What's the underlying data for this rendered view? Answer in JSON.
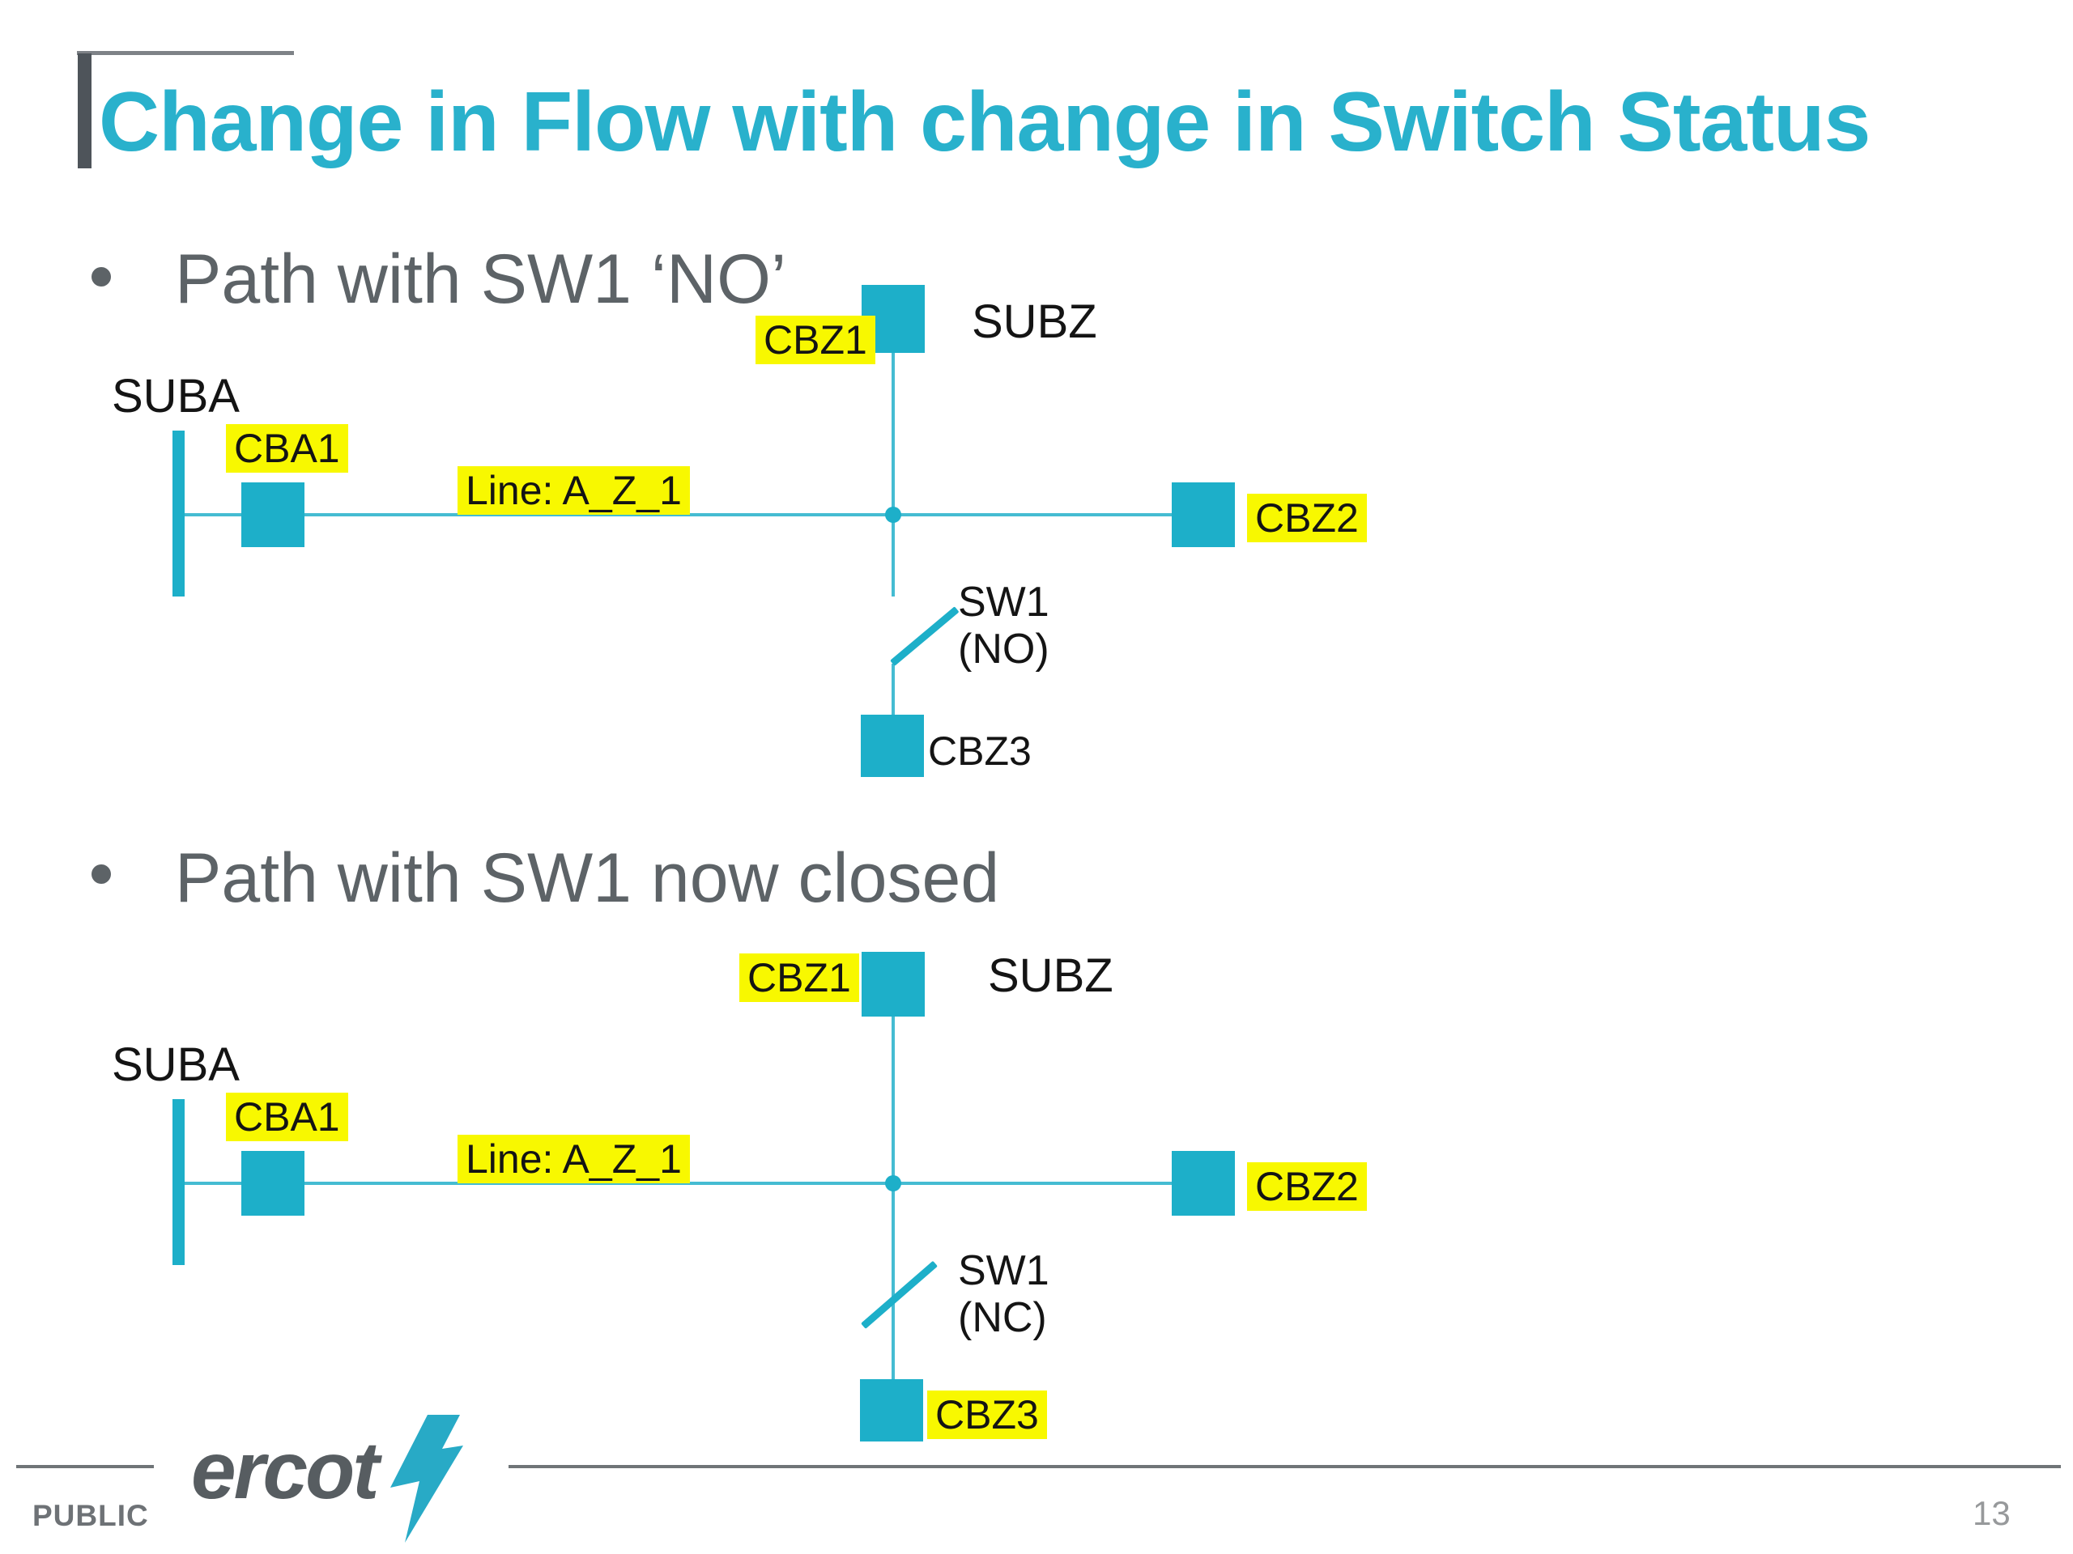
{
  "slide": {
    "title": "Change in Flow with change in Switch Status",
    "classification": "PUBLIC",
    "logo_text": "ercot",
    "page_number": "13"
  },
  "bullets": [
    {
      "text": "Path with SW1 ‘NO’"
    },
    {
      "text": "Path with SW1 now closed"
    }
  ],
  "diagrams": [
    {
      "station_a": "SUBA",
      "station_z": "SUBZ",
      "breaker_cbz1": "CBZ1",
      "breaker_cba1": "CBA1",
      "line_label": "Line: A_Z_1",
      "breaker_cbz2": "CBZ2",
      "breaker_cbz3": "CBZ3",
      "switch_name": "SW1",
      "switch_state": "(NO)"
    },
    {
      "station_a": "SUBA",
      "station_z": "SUBZ",
      "breaker_cbz1": "CBZ1",
      "breaker_cba1": "CBA1",
      "line_label": "Line: A_Z_1",
      "breaker_cbz2": "CBZ2",
      "breaker_cbz3": "CBZ3",
      "switch_name": "SW1",
      "switch_state": "(NC)"
    }
  ],
  "colors": {
    "accent_teal": "#1DAFC9",
    "line_teal": "#45BCD2",
    "title_teal": "#29B1CC",
    "highlight_yellow": "#F8F800",
    "body_gray": "#5D6367",
    "footer_gray": "#6E7276",
    "page_gray": "#97999B"
  }
}
